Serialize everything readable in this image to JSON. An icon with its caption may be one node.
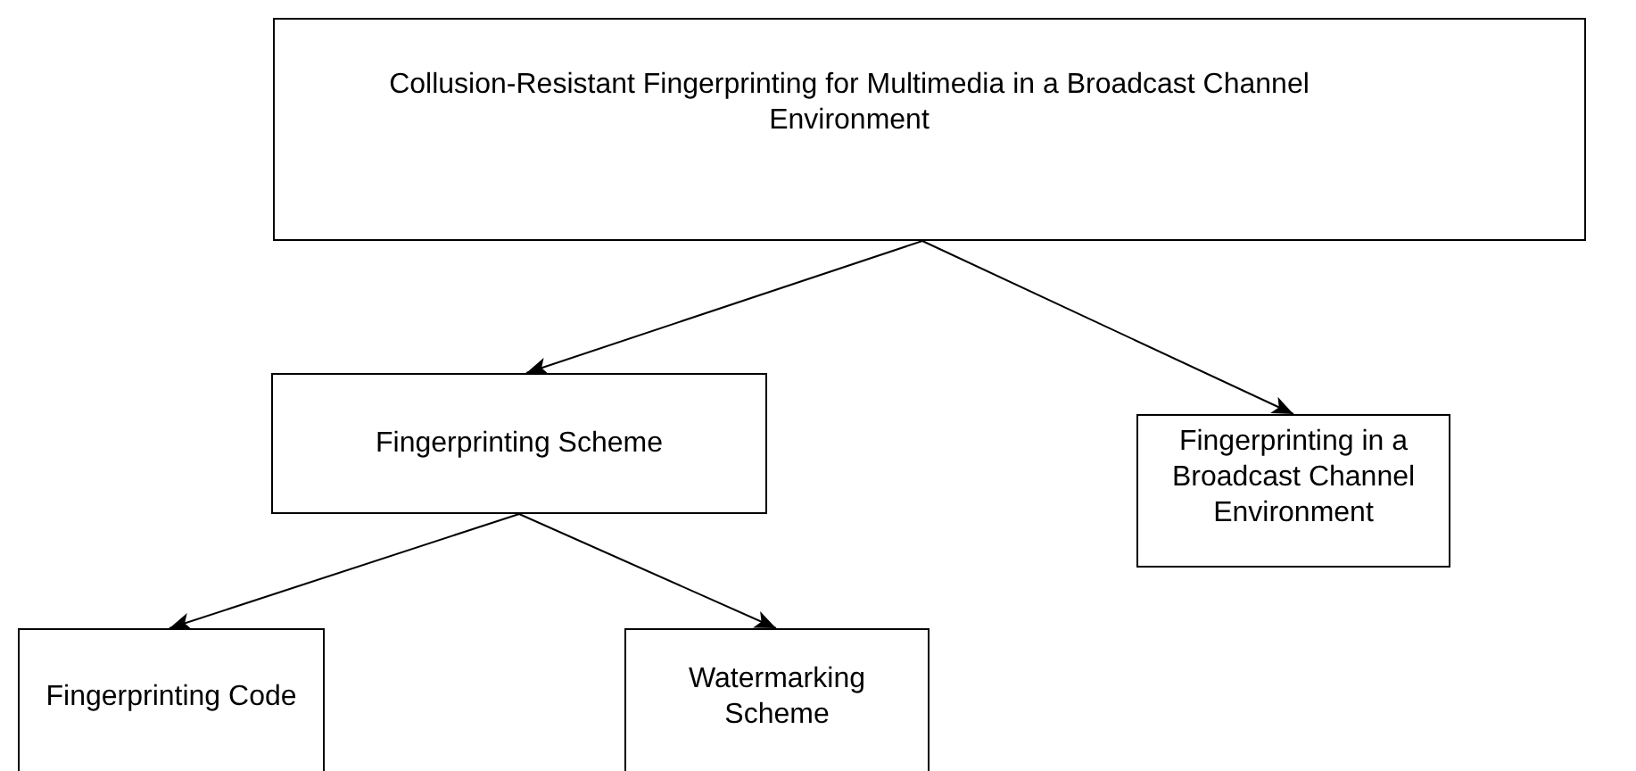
{
  "diagram": {
    "nodes": [
      {
        "text": [
          "Collusion-Resistant Fingerprinting for Multimedia in a Broadcast Channel Environment"
        ]
      },
      {
        "text": [
          "Fingerprinting Scheme"
        ]
      },
      {
        "text": [
          "Fingerprinting in a Broadcast Channel Environment"
        ]
      },
      {
        "text": [
          "Fingerprinting Code"
        ]
      },
      {
        "text": [
          "Watermarking Scheme"
        ]
      }
    ],
    "edges": [
      {
        "from": 0,
        "to": 1,
        "arrow": "to"
      },
      {
        "from": 0,
        "to": 2,
        "arrow": "to"
      },
      {
        "from": 1,
        "to": 3,
        "arrow": "to"
      },
      {
        "from": 1,
        "to": 4,
        "arrow": "to"
      }
    ]
  }
}
